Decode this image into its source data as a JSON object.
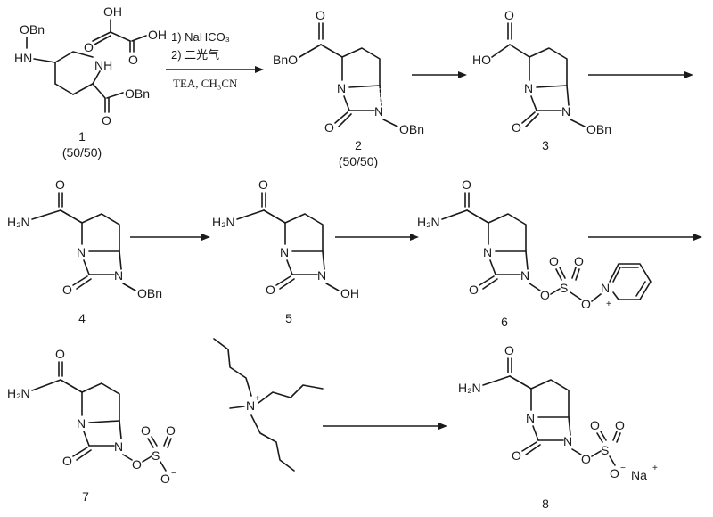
{
  "reagents": {
    "step1_line1": "1) NaHCO₃",
    "step1_line2": "2) 二光气",
    "step1_line3": "TEA, CH₃CN"
  },
  "compounds": [
    {
      "label": "1",
      "note": "(50/50)"
    },
    {
      "label": "2",
      "note": "(50/50)"
    },
    {
      "label": "3",
      "note": ""
    },
    {
      "label": "4",
      "note": ""
    },
    {
      "label": "5",
      "note": ""
    },
    {
      "label": "6",
      "note": ""
    },
    {
      "label": "7",
      "note": ""
    },
    {
      "label": "8",
      "note": ""
    }
  ],
  "atoms": {
    "OBn": "OBn",
    "HN": "HN",
    "NH": "NH",
    "N": "N",
    "O": "O",
    "OH": "OH",
    "HO": "HO",
    "H2N": "H₂N",
    "BnO": "BnO",
    "S": "S",
    "Na": "Na",
    "plus": "+",
    "minus": "−"
  }
}
